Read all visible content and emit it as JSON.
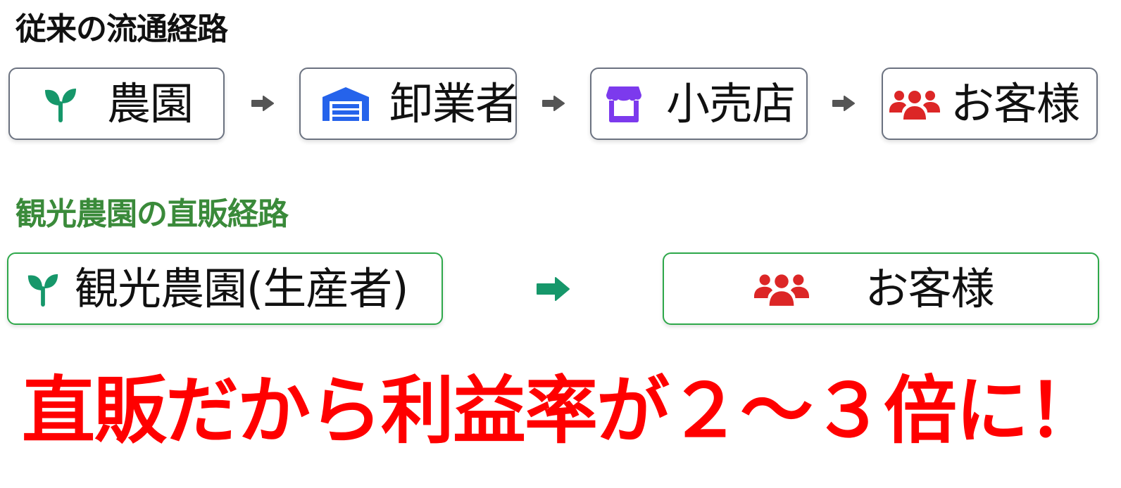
{
  "traditional": {
    "title": "従来の流通経路",
    "nodes": [
      {
        "label": "農園",
        "icon": "seedling-icon",
        "icon_color": "#16976a"
      },
      {
        "label": "卸業者",
        "icon": "warehouse-icon",
        "icon_color": "#2563eb"
      },
      {
        "label": "小売店",
        "icon": "store-icon",
        "icon_color": "#7c3aed"
      },
      {
        "label": "お客様",
        "icon": "users-icon",
        "icon_color": "#dc2626"
      }
    ],
    "arrow_color": "#555555",
    "border_color": "#6b7280"
  },
  "direct": {
    "title": "観光農園の直販経路",
    "title_color": "#3a8a3a",
    "nodes": [
      {
        "label": "観光農園(生産者)",
        "icon": "seedling-icon",
        "icon_color": "#16976a"
      },
      {
        "label": "お客様",
        "icon": "users-icon",
        "icon_color": "#dc2626"
      }
    ],
    "arrow_color": "#16976a",
    "border_color": "#2ea84a"
  },
  "headline": {
    "text": "直販だから利益率が２～３倍に！",
    "color": "#ff0000"
  }
}
